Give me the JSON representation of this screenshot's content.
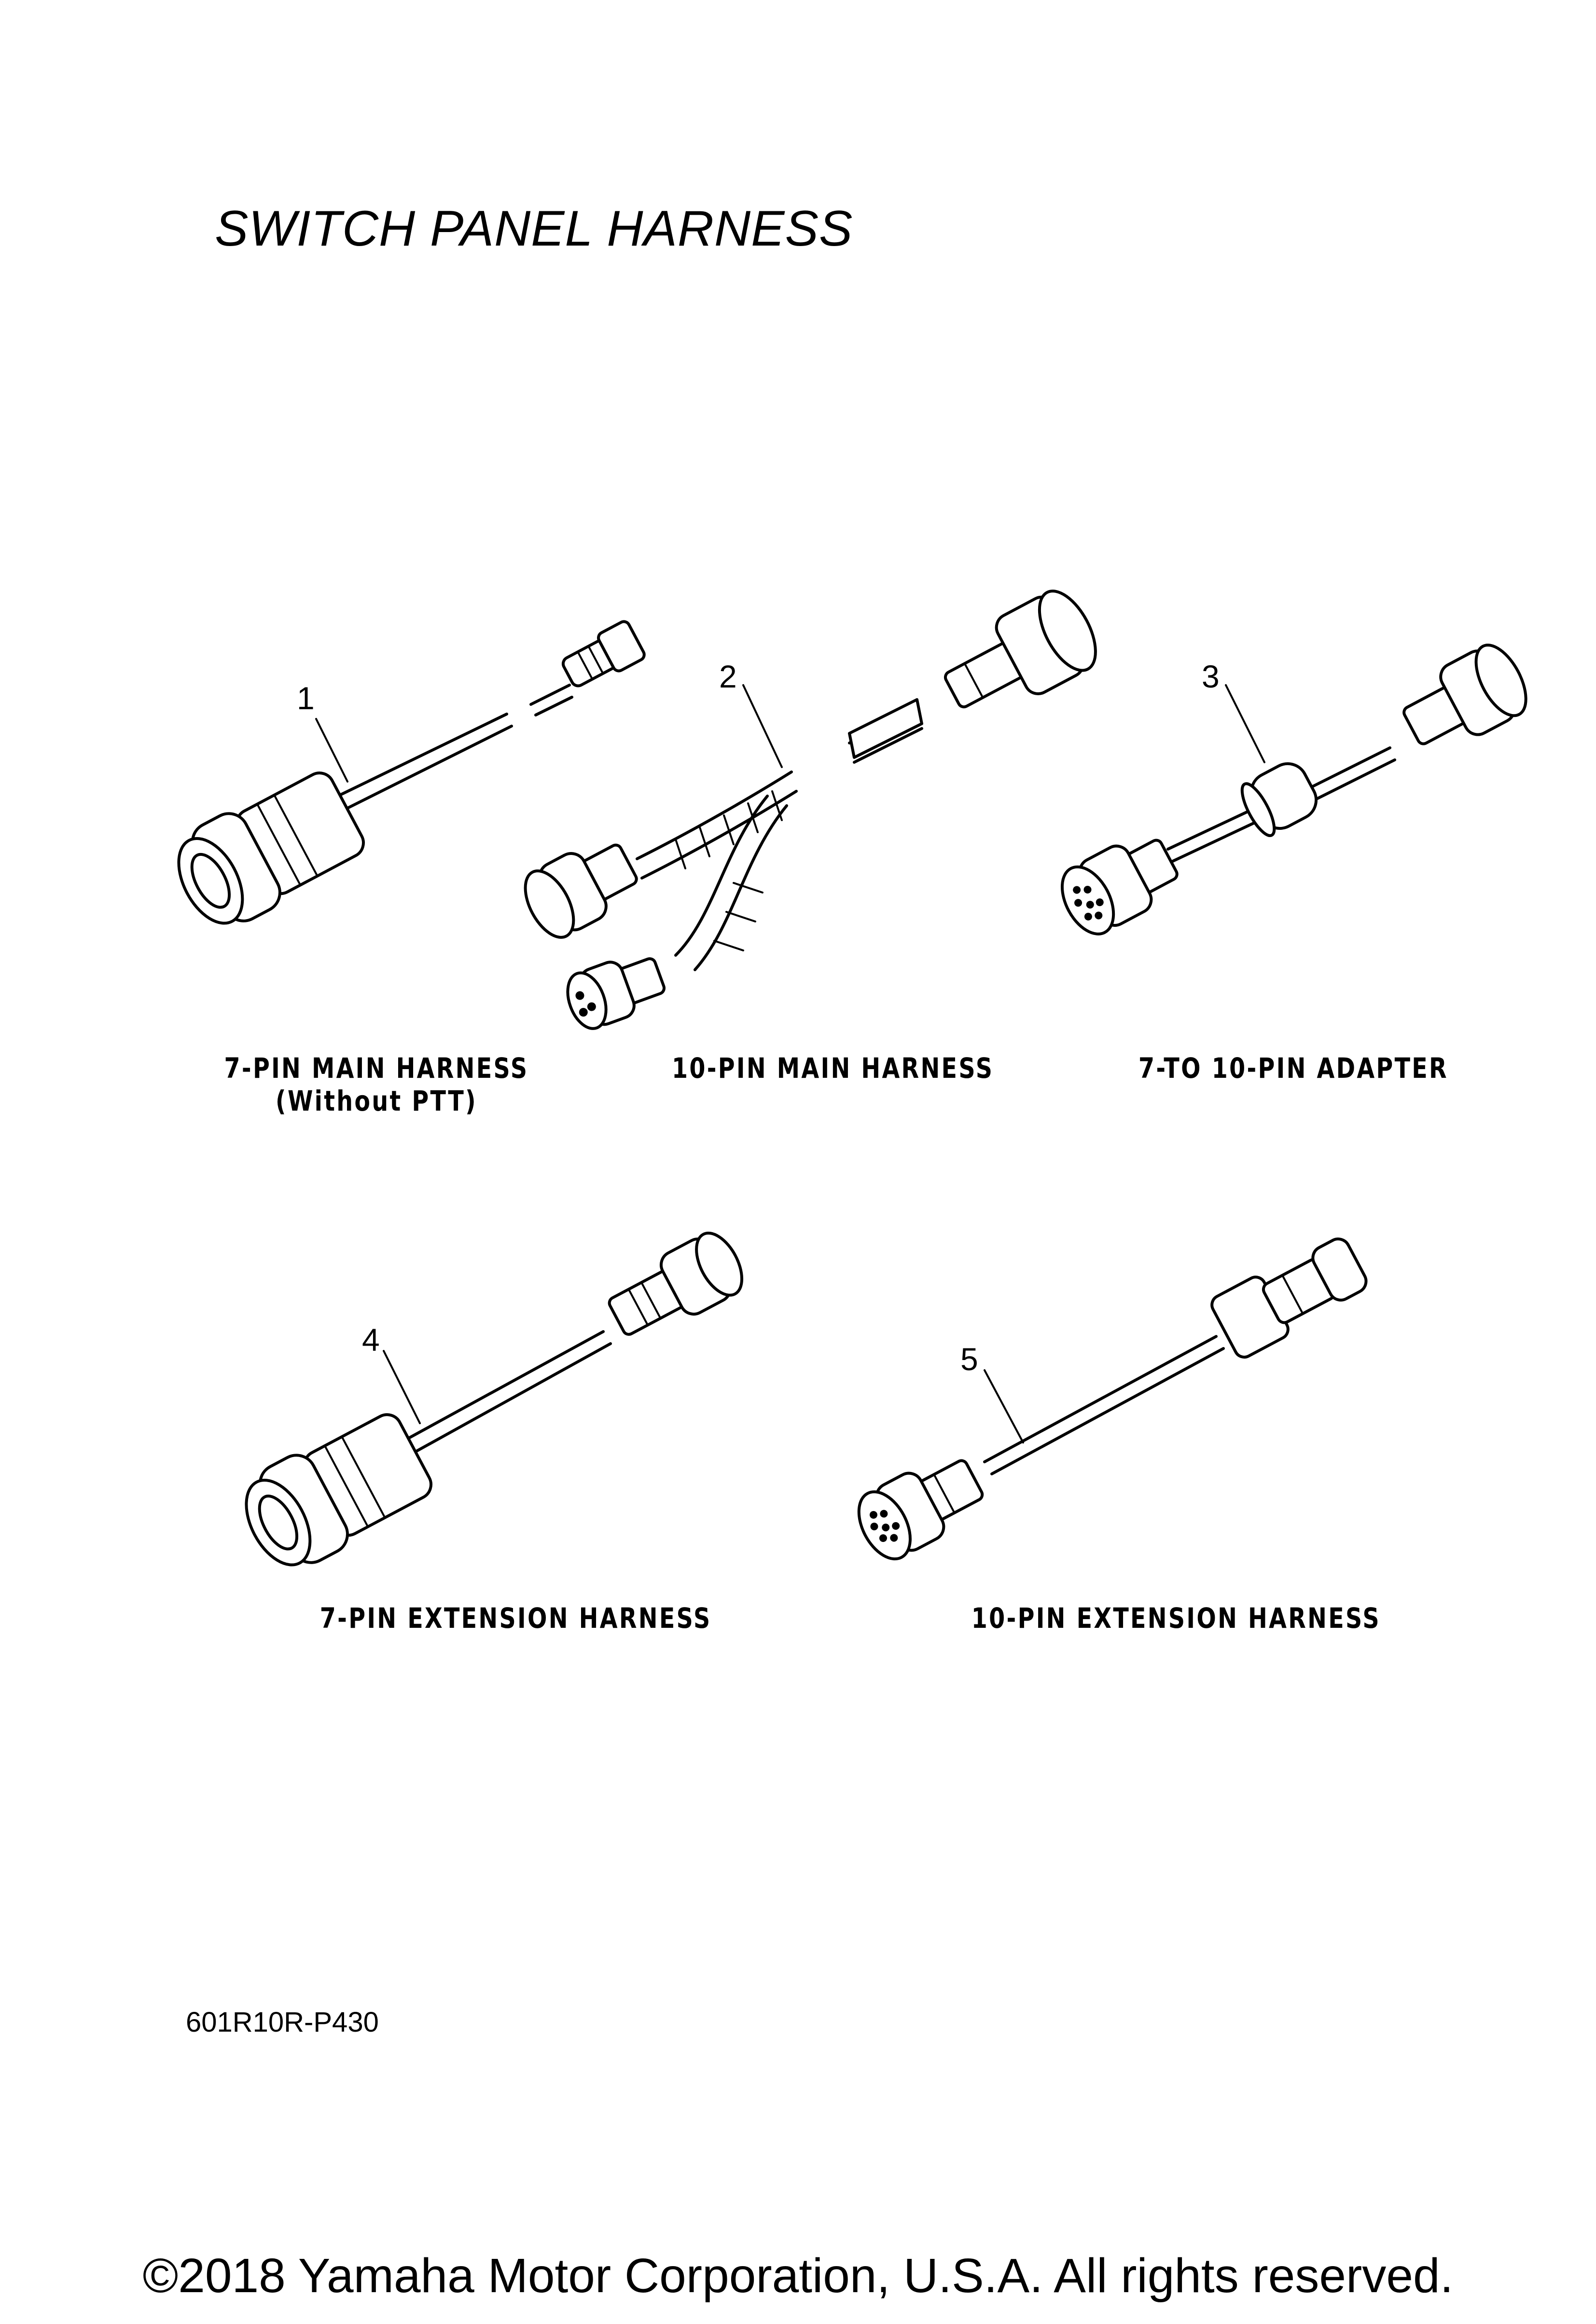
{
  "title": "SWITCH PANEL HARNESS",
  "parts": [
    {
      "callout": "1",
      "label_line1": "7-PIN MAIN HARNESS",
      "label_line2": "(Without PTT)"
    },
    {
      "callout": "2",
      "label_line1": "10-PIN MAIN HARNESS",
      "label_line2": ""
    },
    {
      "callout": "3",
      "label_line1": "7-TO 10-PIN ADAPTER",
      "label_line2": ""
    },
    {
      "callout": "4",
      "label_line1": "7-PIN EXTENSION HARNESS",
      "label_line2": ""
    },
    {
      "callout": "5",
      "label_line1": "10-PIN EXTENSION HARNESS",
      "label_line2": ""
    }
  ],
  "diagram_code": "601R10R-P430",
  "copyright": "©2018 Yamaha Motor Corporation, U.S.A. All rights reserved."
}
